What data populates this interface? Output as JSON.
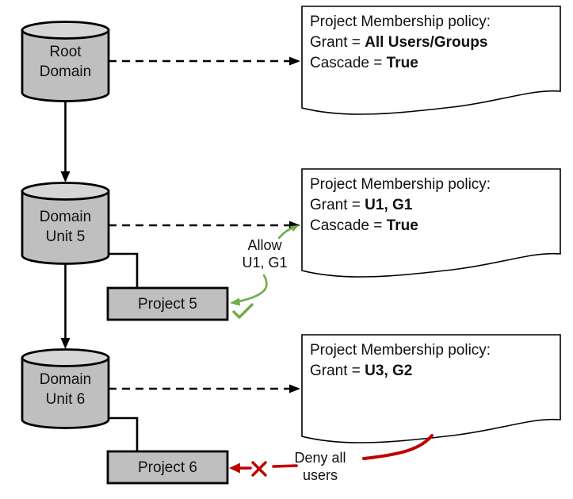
{
  "colors": {
    "node_fill": "#bfbfbf",
    "node_top_fill": "#d6d6d6",
    "outline": "#000000",
    "doc_fill": "#ffffff",
    "allow_green": "#70ad47",
    "deny_red": "#c00000"
  },
  "nodes": {
    "root_domain": {
      "label": "Root\nDomain"
    },
    "domain_unit_5": {
      "label": "Domain\nUnit 5"
    },
    "domain_unit_6": {
      "label": "Domain\nUnit 6"
    },
    "project_5": {
      "label": "Project 5"
    },
    "project_6": {
      "label": "Project 6"
    }
  },
  "policies": {
    "root": {
      "title": "Project Membership policy:",
      "grant_prefix": "Grant = ",
      "grant_value": "All Users/Groups",
      "cascade_prefix": "Cascade = ",
      "cascade_value": "True"
    },
    "unit5": {
      "title": "Project Membership policy:",
      "grant_prefix": "Grant = ",
      "grant_value": "U1, G1",
      "cascade_prefix": "Cascade = ",
      "cascade_value": "True"
    },
    "unit6": {
      "title": "Project Membership policy:",
      "grant_prefix": "Grant = ",
      "grant_value": "U3, G2"
    }
  },
  "annotations": {
    "allow": {
      "text": "Allow\nU1, G1"
    },
    "deny": {
      "text": "Deny all\nusers"
    }
  }
}
